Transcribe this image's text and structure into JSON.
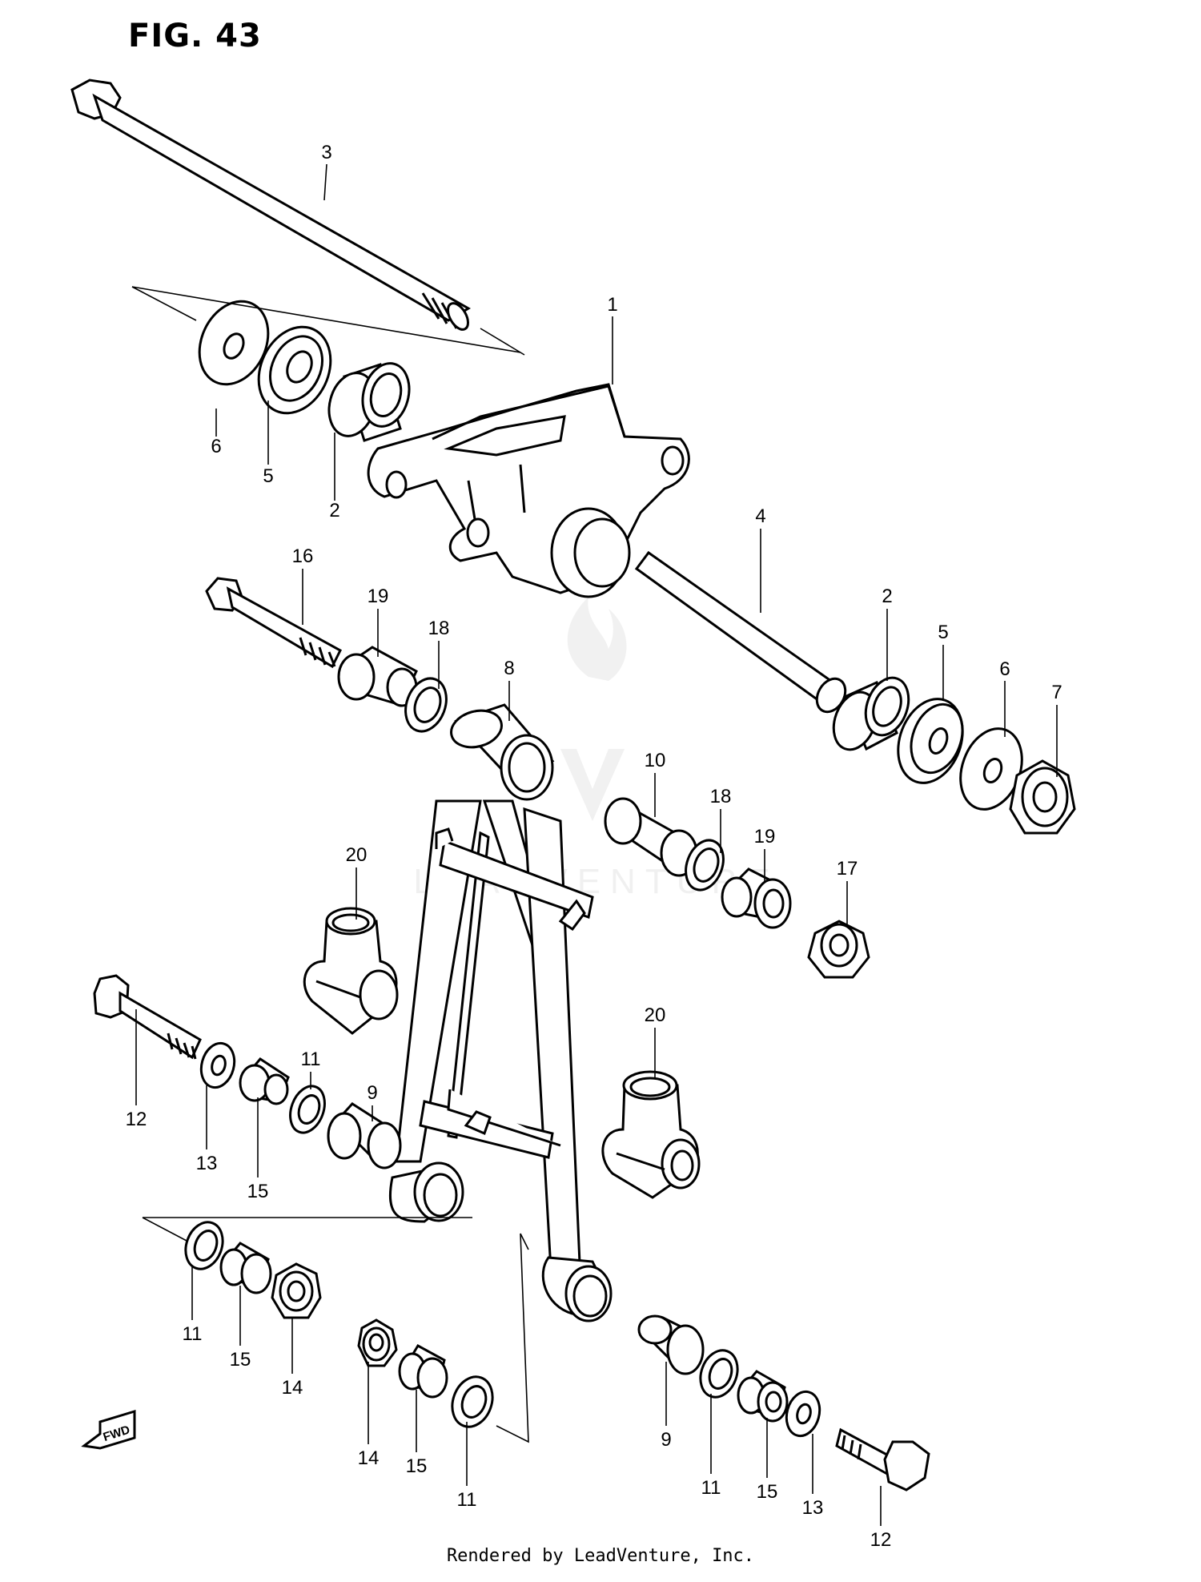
{
  "figure": {
    "title": "FIG. 43",
    "footer": "Rendered by LeadVenture, Inc.",
    "watermark": "LEADVENTURE"
  },
  "callouts": [
    {
      "id": "c1",
      "label": "1"
    },
    {
      "id": "c2a",
      "label": "2"
    },
    {
      "id": "c2b",
      "label": "2"
    },
    {
      "id": "c3",
      "label": "3"
    },
    {
      "id": "c4",
      "label": "4"
    },
    {
      "id": "c5a",
      "label": "5"
    },
    {
      "id": "c5b",
      "label": "5"
    },
    {
      "id": "c6a",
      "label": "6"
    },
    {
      "id": "c6b",
      "label": "6"
    },
    {
      "id": "c7",
      "label": "7"
    },
    {
      "id": "c8",
      "label": "8"
    },
    {
      "id": "c9a",
      "label": "9"
    },
    {
      "id": "c9b",
      "label": "9"
    },
    {
      "id": "c10",
      "label": "10"
    },
    {
      "id": "c11a",
      "label": "11"
    },
    {
      "id": "c11b",
      "label": "11"
    },
    {
      "id": "c11c",
      "label": "11"
    },
    {
      "id": "c11d",
      "label": "11"
    },
    {
      "id": "c12a",
      "label": "12"
    },
    {
      "id": "c12b",
      "label": "12"
    },
    {
      "id": "c13a",
      "label": "13"
    },
    {
      "id": "c13b",
      "label": "13"
    },
    {
      "id": "c14a",
      "label": "14"
    },
    {
      "id": "c14b",
      "label": "14"
    },
    {
      "id": "c15a",
      "label": "15"
    },
    {
      "id": "c15b",
      "label": "15"
    },
    {
      "id": "c15c",
      "label": "15"
    },
    {
      "id": "c16",
      "label": "16"
    },
    {
      "id": "c17",
      "label": "17"
    },
    {
      "id": "c18a",
      "label": "18"
    },
    {
      "id": "c18b",
      "label": "18"
    },
    {
      "id": "c19a",
      "label": "19"
    },
    {
      "id": "c19b",
      "label": "19"
    },
    {
      "id": "c20a",
      "label": "20"
    },
    {
      "id": "c20b",
      "label": "20"
    }
  ],
  "fwd_label": "FWD"
}
